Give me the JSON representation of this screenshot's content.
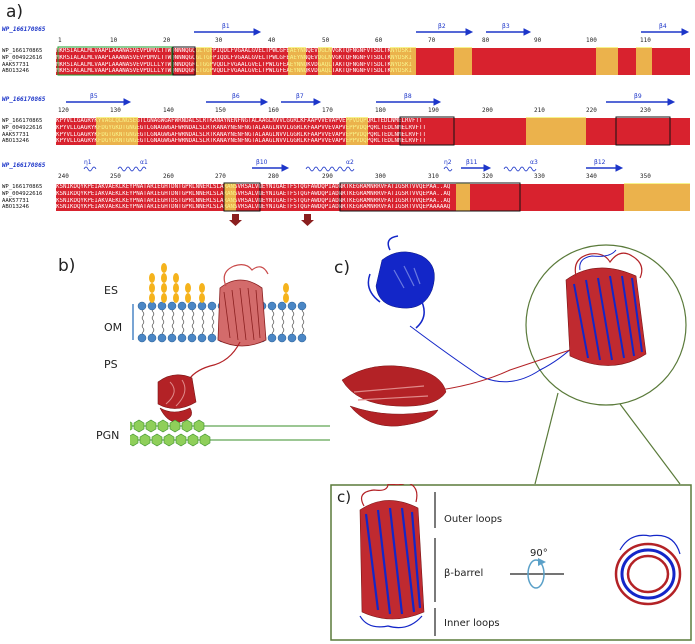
{
  "panels": {
    "a": "a)",
    "b": "b)",
    "c_main": "c)",
    "c_inset": "c)"
  },
  "alignment": {
    "reference": "WP_166170865",
    "sequences": [
      "WP_166170865",
      "WP_004922616",
      "AAK57731",
      "ABO13246"
    ],
    "blocks": [
      {
        "ruler": [
          "1",
          "10",
          "20",
          "30",
          "40",
          "50",
          "60",
          "70",
          "80",
          "90",
          "100",
          "110"
        ],
        "elements": [
          "β1",
          "β2",
          "β3",
          "β4"
        ],
        "rows": [
          "MKRSIALALMLVAAPLAAANASVEVPDMVLTTWQNNNQGQGLTGFPIQDLFVGAALGVELTPWLGFEAEYNNQEVDGLNVGKTQFNGNFVTSDLTKNYDSKI",
          "MKRSIALALMLVAAPLAAANASVEVPDMVLTTWQNNNQGQGLTGFPIQDLFVGAALGVELTPWLGFEAEYNNQEVDGLNVGKTQFNGNFVTSDLTKNYDSKI",
          "MKRSIALALMLVAAPLAAANASVEVPDLLLYTWQNNDQGRLTGGPVQDLFVGAALGVELTPWLGFEAEYNNQKVDGAQLTAKTQFNGNFVTSDLTKNYDSKI",
          "MKRSIALALMLVAAPLAAANASVEVPDLLLYTWQNNDQGRLTGGPVQDLFVGAALGVELTPWLGFEAEYNNQKVDGAQLTAKTQFNGNFVTSDLTKNYDSKI"
        ]
      },
      {
        "ruler": [
          "120",
          "130",
          "140",
          "150",
          "160",
          "170",
          "180",
          "190",
          "200",
          "210",
          "220",
          "230"
        ],
        "elements": [
          "β5",
          "β6",
          "β7",
          "β8",
          "β9"
        ],
        "rows": [
          "KPYVLLGAGRYKYVAGLQLNGSEGTLGNAGWGAFWRNDALSLRTKANAYNENFNGTALAAGLNVVLGGRLKFAAPVVEVAPVEPPVDQPQRLTEDLNMELRVFTT",
          "KPYVLLGAGRYKFDGYGKDTGNGEGTLGNAGWGAFWRNDALSLRTKANAYNENFNGTALAAGLNVVLGGRLKFAAPVVEVAPVEPPVDQPQRLTEDLNMELRVFTT",
          "KPYVLLGAGRYKFDGTGKNTGNGEGTLGNAGWGAFWRNDALSLRTKANAYNENFNGTALAAGLNVVLGGRLKFAAPVVEVAPVEPPVDQPQRLTEDLNMELRVFTT",
          "KPYVLLGAGRYKFDGYGKNTGNGEGTLGNAGWGAFWRNDALSLRTKANAYNENFNGTALAAGLNVVLGGRLKFAAPVVEVAPVEPPVDQPQRLTEDLNMELRVFTT"
        ]
      },
      {
        "ruler": [
          "240",
          "250",
          "260",
          "270",
          "280",
          "290",
          "300",
          "310",
          "320",
          "330",
          "340",
          "350"
        ],
        "elements": [
          "η1",
          "α1",
          "β10",
          "α2",
          "η2",
          "β11",
          "α3",
          "β12"
        ],
        "rows": [
          "KSNIKDQYKPEIAKVAEKLKEYPNATARIEGHTDNTGPRLNNERLSLARANSVRSALVNEYNIGAETFSTQGFAWDQPIADNRTKEGRAMNRRVFATIGSRTVVQEPAA..AQ",
          "KSNIKDQYKPEIAKVAEKLKEYPNATARIEGHTDNTGPRLNNERLSLARANSVRSALVNEYNIGAETFSTQGFAWDQPIADNRTKEGRAMNRRVFATIGSRTVVQEPAA..AQ",
          "KSNIKDQYKPEIAKVAEKLKEYPNATARIEGHTDSTGPRLNNERLSLARANSVRSALVNEYNIGAETFSTQGFAWDQPIADNRTKEGRAMNRRVFATIGSRTVVQEPAA..AQ",
          "KSNIKDQYKPEIAKVAEKLKEYPNATARIEGHTDNTGPRLNNERLSLARANSVRSALVNEYNIGAETFSTQGFAWDQPIADNRTKEGRAMNRRVFATIGSRTVVQEPAAAAAQ"
        ]
      }
    ]
  },
  "membrane": {
    "es": "ES",
    "om": "OM",
    "ps": "PS",
    "pgn": "PGN"
  },
  "inset": {
    "outer_loops": "Outer loops",
    "barrel": "β-barrel",
    "inner_loops": "Inner loops",
    "rotation": "90°"
  },
  "colors": {
    "identical": "#d8222e",
    "similar": "#f3f05a",
    "blue_secondary": "#1d36c9",
    "red_structure": "#b32226",
    "blue_structure": "#1326c8",
    "lipid_head": "#4a86c5",
    "lps": "#f5b31c",
    "pgn": "#8fcf5a",
    "inset_border": "#5a7a3a"
  }
}
